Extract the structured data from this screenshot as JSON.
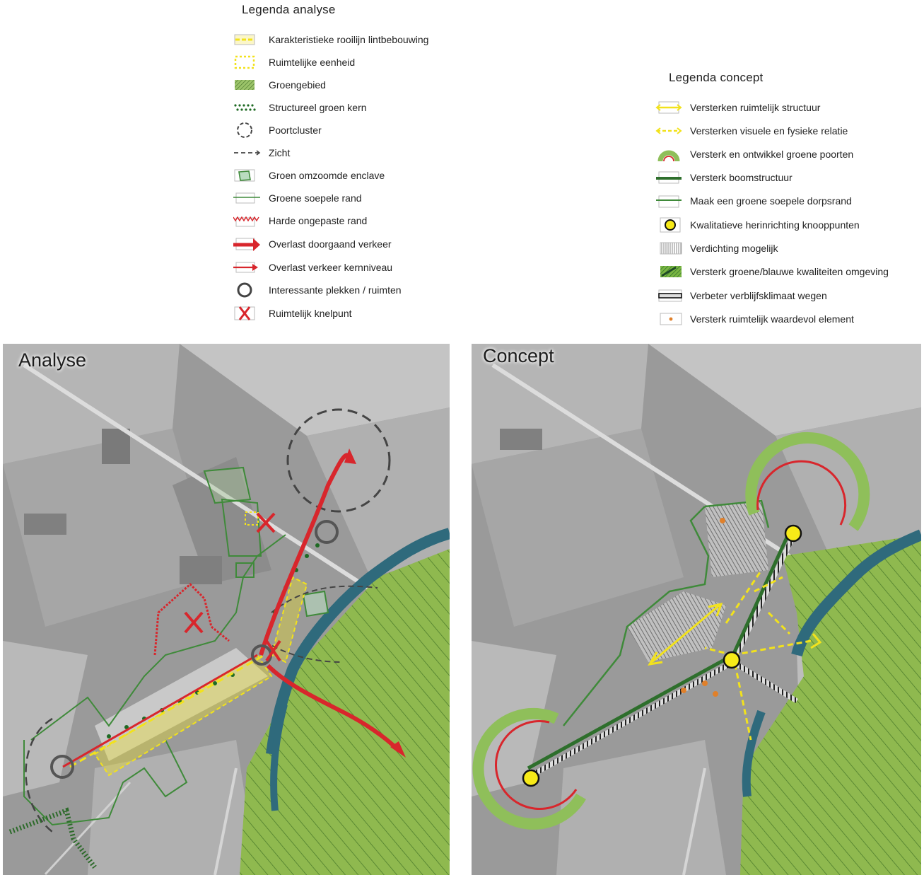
{
  "legend_analyse": {
    "title": "Legenda analyse",
    "items": [
      {
        "label": "Karakteristieke rooilijn lintbebouwing",
        "icon": "yellow-dashed-band-icon"
      },
      {
        "label": "Ruimtelijke eenheid",
        "icon": "yellow-dotted-box-icon"
      },
      {
        "label": "Groengebied",
        "icon": "green-hatched-area-icon"
      },
      {
        "label": "Structureel groen kern",
        "icon": "green-dots-row-icon"
      },
      {
        "label": "Poortcluster",
        "icon": "dashed-circle-icon"
      },
      {
        "label": "Zicht",
        "icon": "dashed-arrow-icon"
      },
      {
        "label": "Groen omzoomde enclave",
        "icon": "green-outlined-square-icon"
      },
      {
        "label": "Groene soepele rand",
        "icon": "green-line-icon"
      },
      {
        "label": "Harde ongepaste rand",
        "icon": "red-zigzag-icon"
      },
      {
        "label": "Overlast doorgaand verkeer",
        "icon": "thick-red-arrow-icon"
      },
      {
        "label": "Overlast verkeer kernniveau",
        "icon": "thin-red-arrow-icon"
      },
      {
        "label": "Interessante plekken / ruimten",
        "icon": "grey-ring-icon"
      },
      {
        "label": "Ruimtelijk knelpunt",
        "icon": "red-cross-icon"
      }
    ]
  },
  "legend_concept": {
    "title": "Legenda concept",
    "items": [
      {
        "label": "Versterken ruimtelijk structuur",
        "icon": "yellow-double-arrow-icon"
      },
      {
        "label": "Versterken visuele en fysieke relatie",
        "icon": "yellow-dashed-arrow-icon"
      },
      {
        "label": "Versterk en ontwikkel groene poorten",
        "icon": "green-gate-arc-icon"
      },
      {
        "label": "Versterk boomstructuur",
        "icon": "dark-green-line-icon"
      },
      {
        "label": "Maak een groene soepele dorpsrand",
        "icon": "green-thin-line-icon"
      },
      {
        "label": "Kwalitatieve herinrichting knooppunten",
        "icon": "yellow-node-icon"
      },
      {
        "label": "Verdichting mogelijk",
        "icon": "grey-hatch-icon"
      },
      {
        "label": "Versterk groene/blauwe kwaliteiten omgeving",
        "icon": "green-blue-hatch-icon"
      },
      {
        "label": "Verbeter verblijfsklimaat wegen",
        "icon": "road-hatch-icon"
      },
      {
        "label": "Versterk ruimtelijk waardevol element",
        "icon": "orange-dot-icon"
      }
    ]
  },
  "maps": {
    "analyse": {
      "title": "Analyse"
    },
    "concept": {
      "title": "Concept"
    }
  },
  "colors": {
    "red": "#d8262c",
    "yellow": "#f2e21c",
    "green": "#3f8a3a",
    "dark_green": "#2e6f2c",
    "light_green": "#8fbf5a",
    "water": "#2f6a7c",
    "grey": "#6b6b6b"
  }
}
